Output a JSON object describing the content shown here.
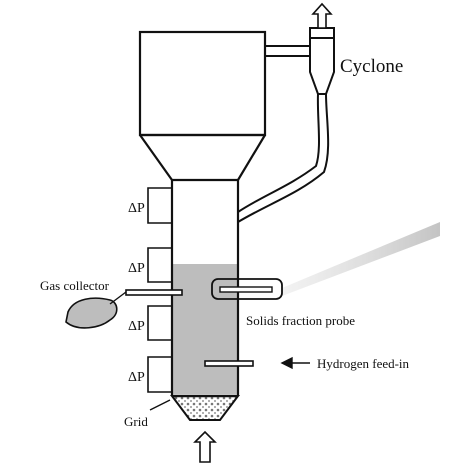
{
  "labels": {
    "cyclone": "Cyclone",
    "gas_collector": "Gas collector",
    "solids_probe": "Solids fraction probe",
    "hydrogen_feed": "Hydrogen feed-in",
    "grid": "Grid",
    "delta_p": [
      "ΔP",
      "ΔP",
      "ΔP",
      "ΔP"
    ]
  },
  "colors": {
    "line": "#111111",
    "bed_fill": "#bdbdbd",
    "background": "#ffffff"
  }
}
